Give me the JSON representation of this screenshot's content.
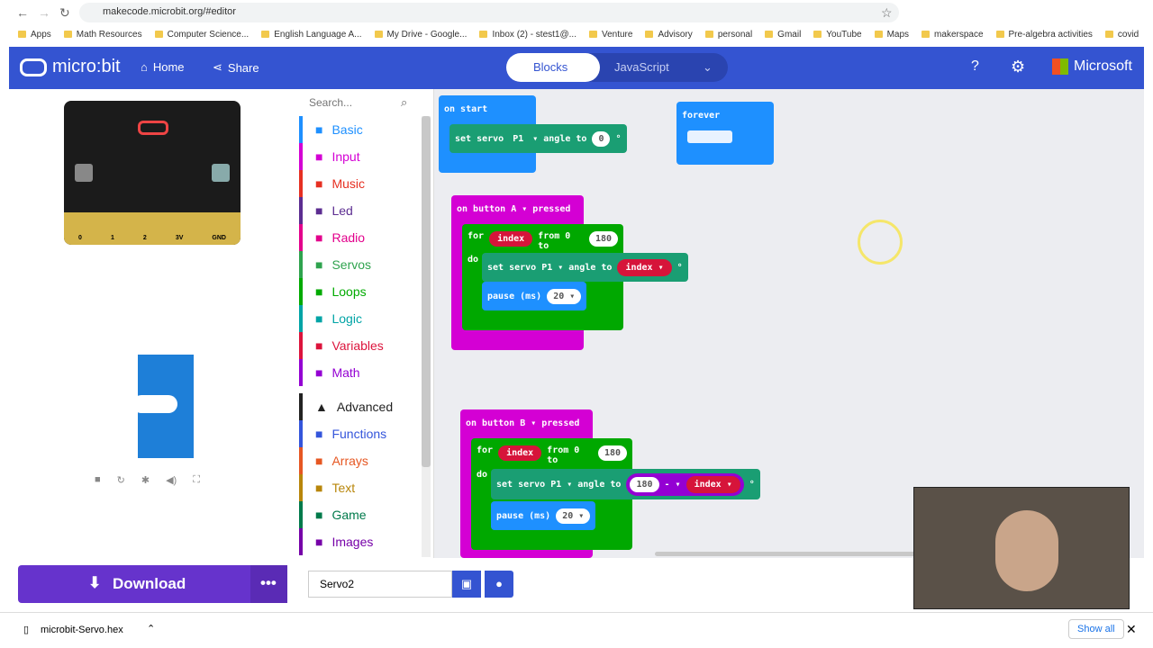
{
  "browser": {
    "url": "makecode.microbit.org/#editor",
    "bookmarks": [
      "Apps",
      "Math Resources",
      "Computer Science...",
      "English Language A...",
      "My Drive - Google...",
      "Inbox (2) - stest1@...",
      "Venture",
      "Advisory",
      "personal",
      "Gmail",
      "YouTube",
      "Maps",
      "makerspace",
      "Pre-algebra activities",
      "covid"
    ]
  },
  "header": {
    "logo": "micro:bit",
    "home": "Home",
    "share": "Share",
    "blocks": "Blocks",
    "javascript": "JavaScript",
    "microsoft": "Microsoft"
  },
  "simulator": {
    "pins": [
      "0",
      "1",
      "2",
      "3V",
      "GND"
    ]
  },
  "toolbox": {
    "search_placeholder": "Search...",
    "items": [
      {
        "label": "Basic",
        "color": "#1e90ff"
      },
      {
        "label": "Input",
        "color": "#d400d4"
      },
      {
        "label": "Music",
        "color": "#e63022"
      },
      {
        "label": "Led",
        "color": "#5c2d91"
      },
      {
        "label": "Radio",
        "color": "#e3008c"
      },
      {
        "label": "Servos",
        "color": "#2fa34e"
      },
      {
        "label": "Loops",
        "color": "#00aa00"
      },
      {
        "label": "Logic",
        "color": "#00a4a6"
      },
      {
        "label": "Variables",
        "color": "#dc143c"
      },
      {
        "label": "Math",
        "color": "#9400d3"
      },
      {
        "label": "Advanced",
        "color": "#222222"
      },
      {
        "label": "Functions",
        "color": "#3455db"
      },
      {
        "label": "Arrays",
        "color": "#e65722"
      },
      {
        "label": "Text",
        "color": "#b8860b"
      },
      {
        "label": "Game",
        "color": "#007a4b"
      },
      {
        "label": "Images",
        "color": "#7600a8"
      }
    ]
  },
  "blocks": {
    "on_start": "on start",
    "set_servo": "set servo",
    "pin": "P1",
    "angle_to": "angle to",
    "deg": "°",
    "zero": "0",
    "forever": "forever",
    "on_button": "on button",
    "button_a": "A",
    "button_b": "B",
    "pressed": "pressed",
    "for": "for",
    "index": "index",
    "from_to": "from 0 to",
    "max": "180",
    "do": "do",
    "pause": "pause (ms)",
    "pause_val": "20",
    "minus": "-"
  },
  "footer": {
    "download": "Download",
    "project_name": "Servo2"
  },
  "downloads": {
    "file": "microbit-Servo.hex",
    "show_all": "Show all"
  }
}
